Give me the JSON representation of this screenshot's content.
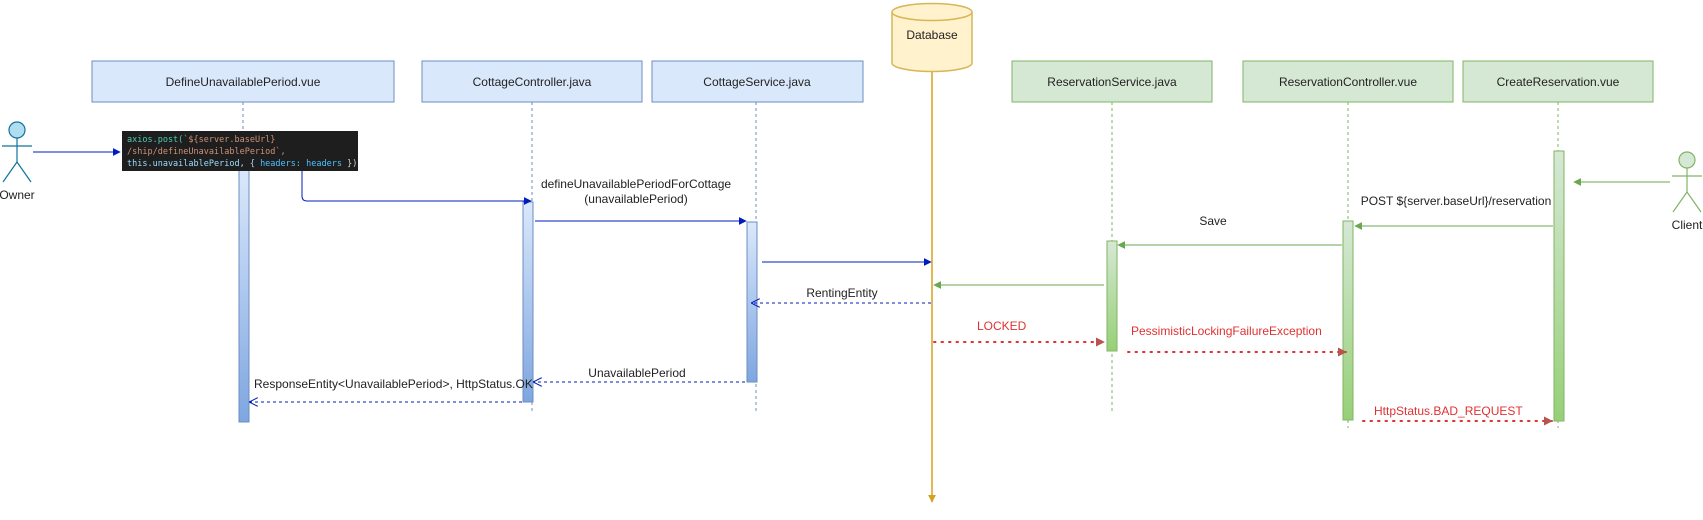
{
  "actors": {
    "owner": "Owner",
    "client": "Client"
  },
  "participants": {
    "define_unavailable_period_vue": "DefineUnavailablePeriod.vue",
    "cottage_controller": "CottageController.java",
    "cottage_service": "CottageService.java",
    "database": "Database",
    "reservation_service": "ReservationService.java",
    "reservation_controller": "ReservationController.vue",
    "create_reservation_vue": "CreateReservation.vue"
  },
  "code_snippet": {
    "line1_a": "axios.post(`",
    "line1_b": "${server.baseUrl}",
    "line2": "/ship/defineUnavailablePeriod`,",
    "line3_a": "this.unavailablePeriod, { ",
    "line3_b": "headers: headers",
    "line3_c": " })"
  },
  "messages": {
    "define_call_line1": "defineUnavailablePeriodForCottage",
    "define_call_line2": "(unavailablePeriod)",
    "renting_entity": "RentingEntity",
    "unavailable_period": "UnavailablePeriod",
    "response_entity": "ResponseEntity<UnavailablePeriod>, HttpStatus.OK",
    "post_reservation": "POST ${server.baseUrl}/reservation",
    "save": "Save",
    "locked": "LOCKED",
    "pessimistic_exception": "PessimisticLockingFailureException",
    "bad_request": "HttpStatus.BAD_REQUEST"
  },
  "colors": {
    "blue_header_fill": "#dae8fc",
    "blue_header_stroke": "#6c8ebf",
    "green_header_fill": "#d5e8d4",
    "green_header_stroke": "#82b366",
    "database_fill": "#fff2cc",
    "database_stroke": "#d6b656",
    "blue_arrow": "#001dbc",
    "green_arrow": "#6aa84f",
    "red_arrow": "#e03131",
    "code_background": "#1e1e1e"
  }
}
